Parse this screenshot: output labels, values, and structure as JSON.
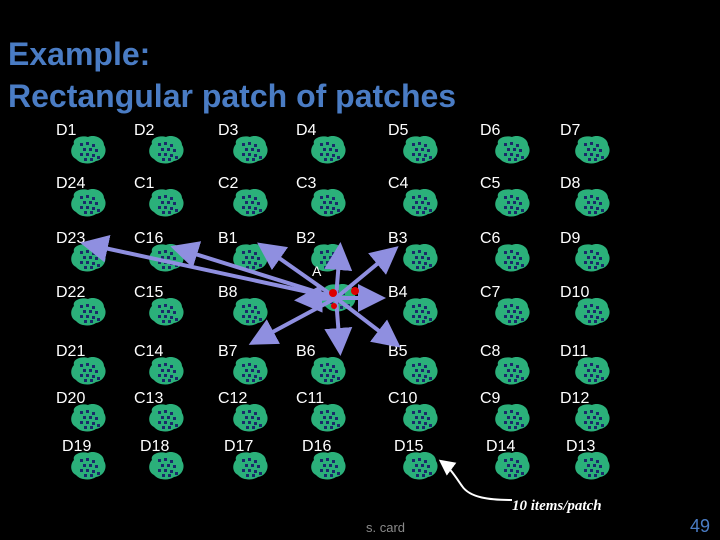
{
  "slide": {
    "title_line1": "Example:",
    "title_line2": "Rectangular patch of patches",
    "center_label": "A",
    "note": "10 items/patch",
    "footer": "s. card",
    "page_number": "49"
  },
  "colors": {
    "background": "#000000",
    "title": "#4a7cc4",
    "patch": "#2bb07a",
    "patch_dots": "#1a2a6a",
    "arrow": "#8f8fe0",
    "center_dot": "#dd0000"
  },
  "grid": {
    "rows": [
      [
        "D1",
        "D2",
        "D3",
        "D4",
        "D5",
        "D6",
        "D7"
      ],
      [
        "D24",
        "C1",
        "C2",
        "C3",
        "C4",
        "C5",
        "D8"
      ],
      [
        "D23",
        "C16",
        "B1",
        "B2",
        "B3",
        "C6",
        "D9"
      ],
      [
        "D22",
        "C15",
        "B8",
        "",
        "B4",
        "C7",
        "D10"
      ],
      [
        "D21",
        "C14",
        "B7",
        "B6",
        "B5",
        "C8",
        "D11"
      ],
      [
        "D20",
        "C13",
        "C12",
        "C11",
        "C10",
        "C9",
        "D12"
      ],
      [
        "D19",
        "D18",
        "D17",
        "D16",
        "D15",
        "D14",
        "D13"
      ]
    ]
  }
}
